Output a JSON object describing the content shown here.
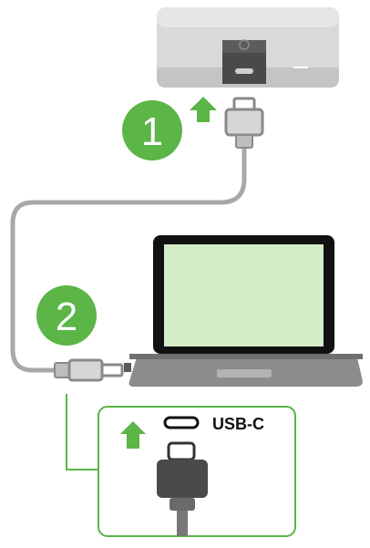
{
  "steps": [
    {
      "number": "1"
    },
    {
      "number": "2"
    }
  ],
  "callout": {
    "port_label": "USB-C"
  },
  "icons": {
    "arrow": "up-arrow-icon",
    "port": "usb-c-port-icon",
    "plug": "usb-c-plug-icon"
  },
  "colors": {
    "accent_green": "#5bb547",
    "device_gray": "#d9d9d9",
    "device_dark": "#4a4a4a",
    "screen_green": "#d5ecc9",
    "cable_gray": "#a8a8a8",
    "plug_dark": "#444444"
  }
}
